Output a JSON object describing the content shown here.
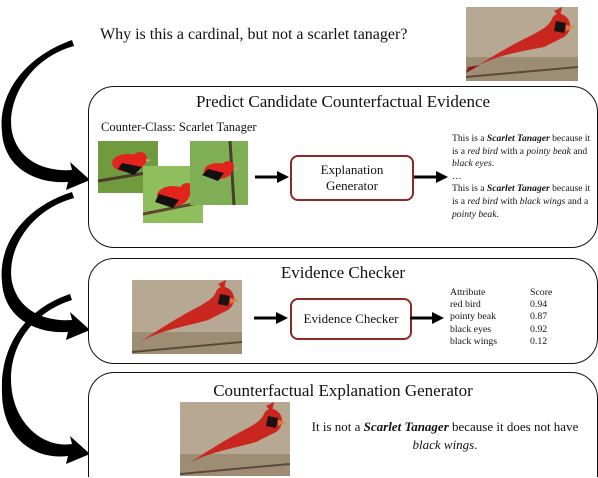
{
  "question": "Why is this a cardinal, but not a scarlet tanager?",
  "panel1": {
    "title": "Predict Candidate Counterfactual Evidence",
    "counter_class": "Counter-Class: Scarlet Tanager",
    "box_line1": "Explanation",
    "box_line2": "Generator",
    "expl1": {
      "pre": "This is a ",
      "cls": "Scarlet Tanager",
      "mid1": " because it is a ",
      "a1": "red bird",
      "mid2": " with a ",
      "a2": "pointy beak",
      "mid3": " and ",
      "a3": "black eyes",
      "end": "."
    },
    "ellipsis": "…",
    "expl2": {
      "pre": "This is a ",
      "cls": "Scarlet Tanager",
      "mid1": " because it is a ",
      "a1": "red bird",
      "mid2": " with ",
      "a2": "black wings",
      "mid3": " and a ",
      "a3": "pointy beak",
      "end": "."
    }
  },
  "panel2": {
    "title": "Evidence Checker",
    "box_label": "Evidence Checker",
    "table": {
      "headers": [
        "Attribute",
        "Score"
      ],
      "rows": [
        [
          "red bird",
          "0.94"
        ],
        [
          "pointy beak",
          "0.87"
        ],
        [
          "black eyes",
          "0.92"
        ],
        [
          "black wings",
          "0.12"
        ]
      ]
    }
  },
  "panel3": {
    "title": "Counterfactual Explanation Generator",
    "sentence": {
      "pre": "It is not a ",
      "cls": "Scarlet Tanager",
      "mid": " because it does not have ",
      "attr": "black wings",
      "end": "."
    }
  },
  "colors": {
    "box_border": "#8a2a22",
    "cardinal_red": "#d42a24",
    "tanager_red": "#e3241e",
    "panel_border": "#111111"
  }
}
